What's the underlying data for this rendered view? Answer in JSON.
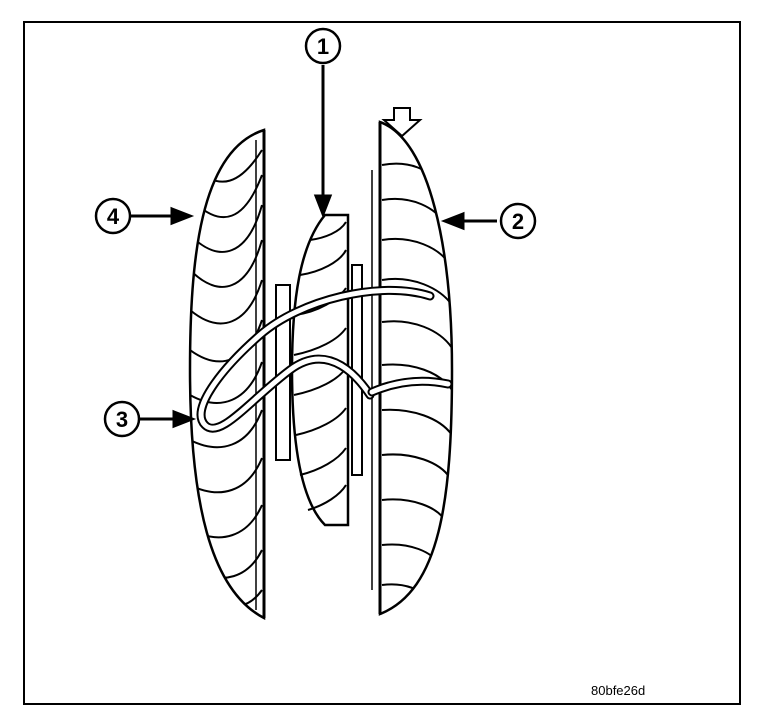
{
  "diagram": {
    "callouts": [
      {
        "id": "callout-1",
        "number": "1"
      },
      {
        "id": "callout-2",
        "number": "2"
      },
      {
        "id": "callout-3",
        "number": "3"
      },
      {
        "id": "callout-4",
        "number": "4"
      }
    ],
    "figure_id": "80bfe26d",
    "colors": {
      "ink": "#000000",
      "paper": "#ffffff"
    }
  }
}
